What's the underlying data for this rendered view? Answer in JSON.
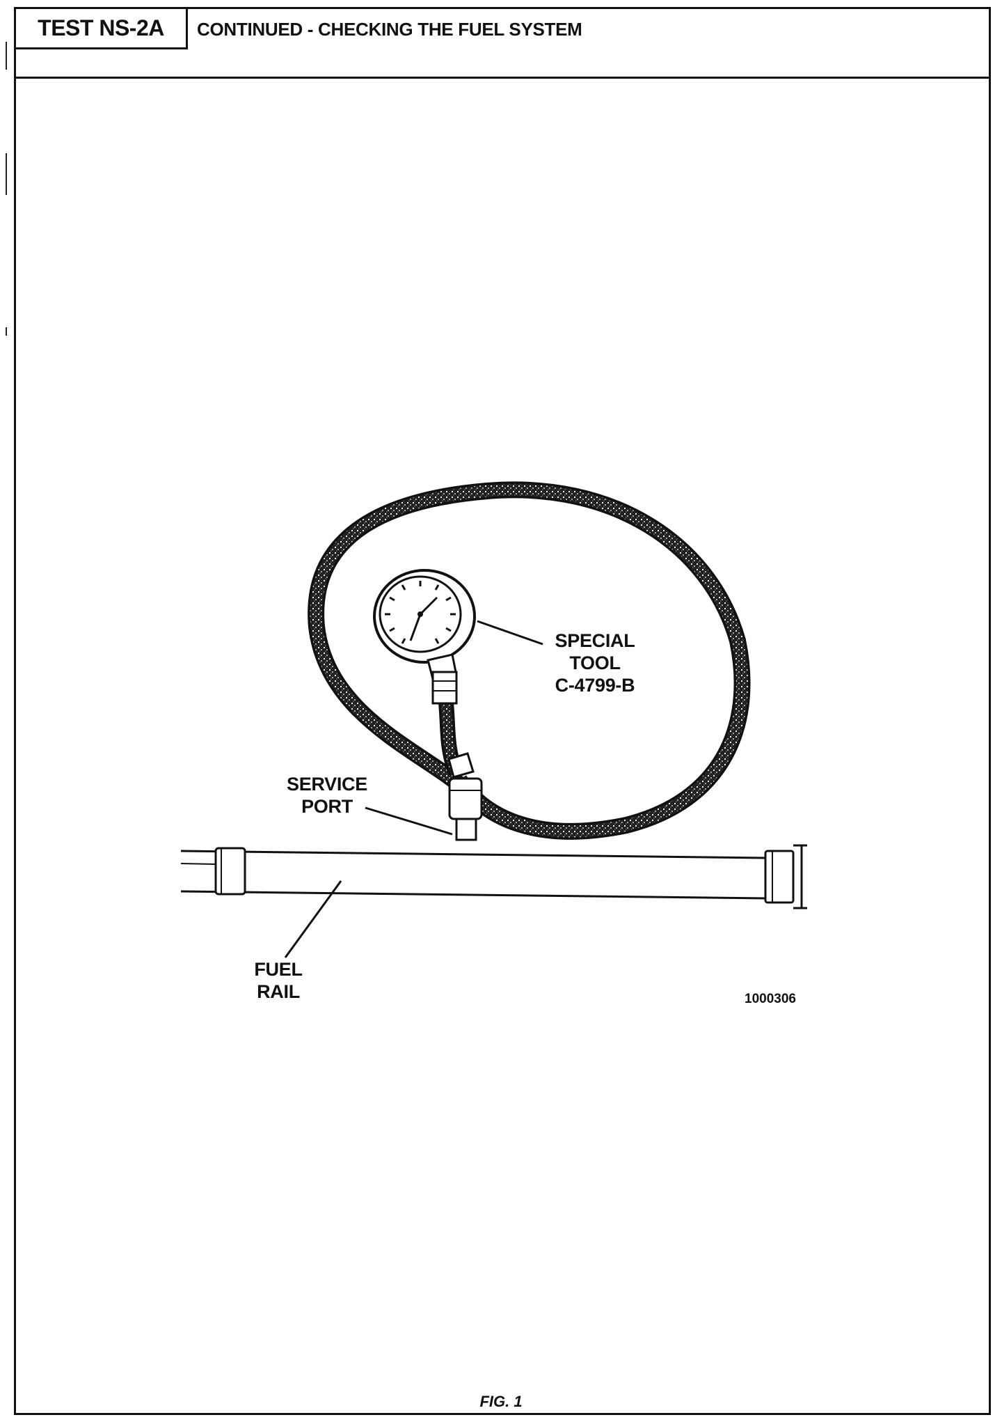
{
  "header": {
    "test_id": "TEST NS-2A",
    "title": "CONTINUED - CHECKING THE FUEL SYSTEM"
  },
  "figure": {
    "labels": {
      "special_tool_line1": "SPECIAL",
      "special_tool_line2": "TOOL",
      "special_tool_line3": "C-4799-B",
      "service_port_line1": "SERVICE",
      "service_port_line2": "PORT",
      "fuel_rail_line1": "FUEL",
      "fuel_rail_line2": "RAIL"
    },
    "reference_number": "1000306",
    "caption": "FIG. 1"
  },
  "icons": {
    "gauge": "pressure-gauge-icon",
    "hose": "fuel-hose-icon",
    "rail": "fuel-rail-icon"
  },
  "colors": {
    "ink": "#111111",
    "paper": "#ffffff"
  }
}
